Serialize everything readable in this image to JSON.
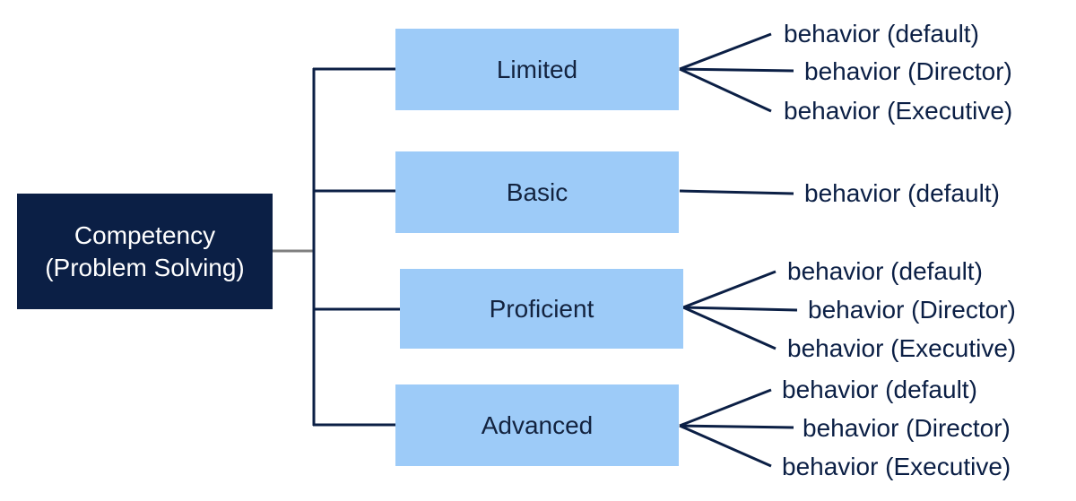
{
  "root": {
    "line1": "Competency",
    "line2": "(Problem Solving)"
  },
  "levels": [
    {
      "label": "Limited",
      "behaviors": [
        "behavior (default)",
        "behavior (Director)",
        "behavior (Executive)"
      ]
    },
    {
      "label": "Basic",
      "behaviors": [
        "behavior (default)"
      ]
    },
    {
      "label": "Proficient",
      "behaviors": [
        "behavior (default)",
        "behavior (Director)",
        "behavior (Executive)"
      ]
    },
    {
      "label": "Advanced",
      "behaviors": [
        "behavior (default)",
        "behavior (Director)",
        "behavior (Executive)"
      ]
    }
  ],
  "colors": {
    "root_fill": "#0b1f45",
    "level_fill": "#9dcbf8",
    "connector": "#0b1f45",
    "root_connector": "#808080",
    "text_dark": "#0b1f45"
  }
}
